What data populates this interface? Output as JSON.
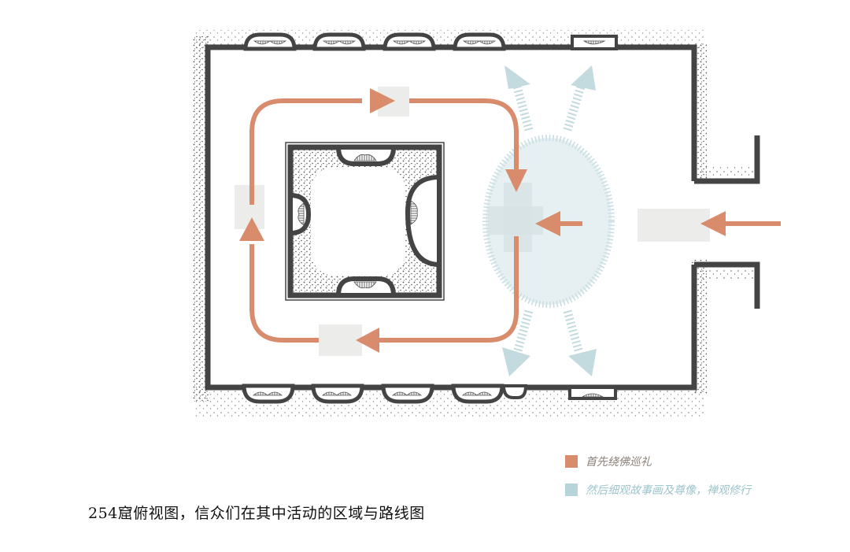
{
  "figure": {
    "title": "254窟俯视图，信众们在其中活动的区域与路线图",
    "colors": {
      "wall": "#444444",
      "rock_stipple": "#555555",
      "circumambulation_route": "#d98c6c",
      "contemplation_zone": "#b8d4db",
      "fade_patch": "#e8eae9"
    }
  },
  "legend": {
    "items": [
      {
        "label": "首先绕佛巡礼",
        "color": "#d98c6c",
        "text_color": "#8a8078"
      },
      {
        "label": "然后细观故事画及尊像，禅观修行",
        "color": "#b8d4db",
        "text_color": "#9ec4cc"
      }
    ]
  },
  "plan": {
    "cave_id": "254",
    "elements": [
      "outer-chamber-walls",
      "central-pillar",
      "entrance-corridor",
      "top-wall-niches",
      "bottom-wall-niches",
      "pillar-niches",
      "circumambulation-loop",
      "entry-arrow",
      "contemplation-ellipse",
      "viewing-arrows"
    ],
    "top_niches": 5,
    "bottom_niches": 6,
    "pillar_niches": 4,
    "viewing_arrows": 4
  }
}
